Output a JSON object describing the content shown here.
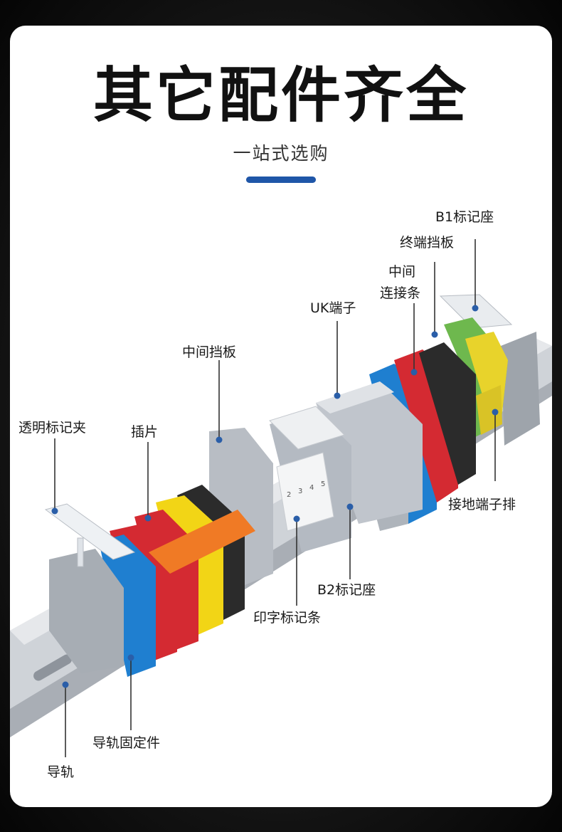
{
  "header": {
    "title": "其它配件齐全",
    "subtitle": "一站式选购"
  },
  "colors": {
    "accent": "#1f56a8",
    "leader_line": "#333333",
    "leader_dot": "#2a5ea8",
    "terminal_blue": "#1f7fd0",
    "terminal_red": "#d42a32",
    "terminal_yellow": "#f2d516",
    "terminal_black": "#2b2b2b",
    "terminal_orange": "#f07a25",
    "terminal_grey": "#b9bec6",
    "ground_green": "#5aa84a"
  },
  "labels": {
    "b1_marker_seat": "B1标记座",
    "end_plate": "终端挡板",
    "middle_bridge_line1": "中间",
    "middle_bridge_line2": "连接条",
    "uk_terminal": "UK端子",
    "middle_partition": "中间挡板",
    "transparent_marker_clip": "透明标记夹",
    "insert_piece": "插片",
    "ground_terminal_block": "接地端子排",
    "b2_marker_seat": "B2标记座",
    "printed_marker_strip": "印字标记条",
    "rail_fixing": "导轨固定件",
    "rail": "导轨"
  },
  "marker_numbers": [
    "2",
    "3",
    "4",
    "5"
  ]
}
